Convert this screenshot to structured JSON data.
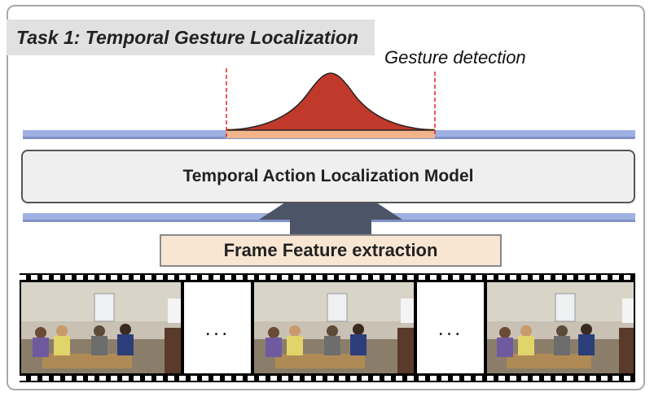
{
  "task_title": "Task 1: Temporal Gesture Localization",
  "detection_label": "Gesture detection",
  "model_label": "Temporal Action Localization Model",
  "feature_label": "Frame Feature extraction",
  "ellipsis": "...",
  "colors": {
    "timeline_bar": "#9fb0e2",
    "gaussian_fill": "#c0392b",
    "segment_fill": "#f2b48a",
    "boundary_line": "#e8202a",
    "arrow": "#4c5568",
    "feature_box": "#f8e6d3",
    "model_box": "#efefef"
  },
  "film_frames": [
    {
      "type": "image",
      "icon": "video-frame-people-table"
    },
    {
      "type": "ellipsis"
    },
    {
      "type": "image",
      "icon": "video-frame-people-table"
    },
    {
      "type": "ellipsis"
    },
    {
      "type": "image",
      "icon": "video-frame-people-table"
    }
  ]
}
